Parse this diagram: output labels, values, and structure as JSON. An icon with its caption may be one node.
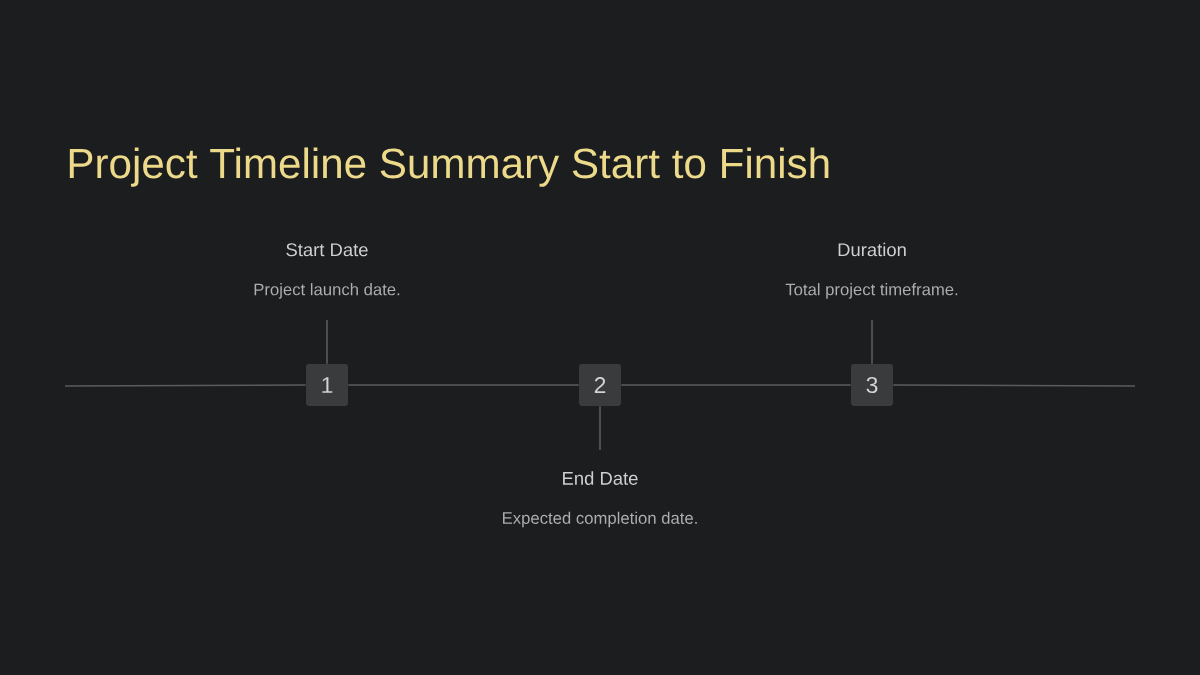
{
  "diagram": {
    "title": "Project Timeline Summary Start to Finish",
    "nodes": [
      {
        "text": [
          "1"
        ]
      },
      {
        "text": [
          "Start Date",
          "Project launch date."
        ]
      },
      {
        "text": [
          "2"
        ]
      },
      {
        "text": [
          "End Date",
          "Expected completion date."
        ]
      },
      {
        "text": [
          "3"
        ]
      },
      {
        "text": [
          "Duration",
          "Total project timeframe."
        ]
      }
    ],
    "edges": [
      {
        "from": null,
        "to": 0,
        "arrow": "none"
      },
      {
        "from": 0,
        "to": 2,
        "arrow": "none"
      },
      {
        "from": 2,
        "to": 4,
        "arrow": "none"
      },
      {
        "from": 4,
        "to": null,
        "arrow": "none"
      },
      {
        "from": 0,
        "to": 1,
        "arrow": "none"
      },
      {
        "from": 2,
        "to": 3,
        "arrow": "none"
      },
      {
        "from": 4,
        "to": 5,
        "arrow": "none"
      }
    ]
  }
}
